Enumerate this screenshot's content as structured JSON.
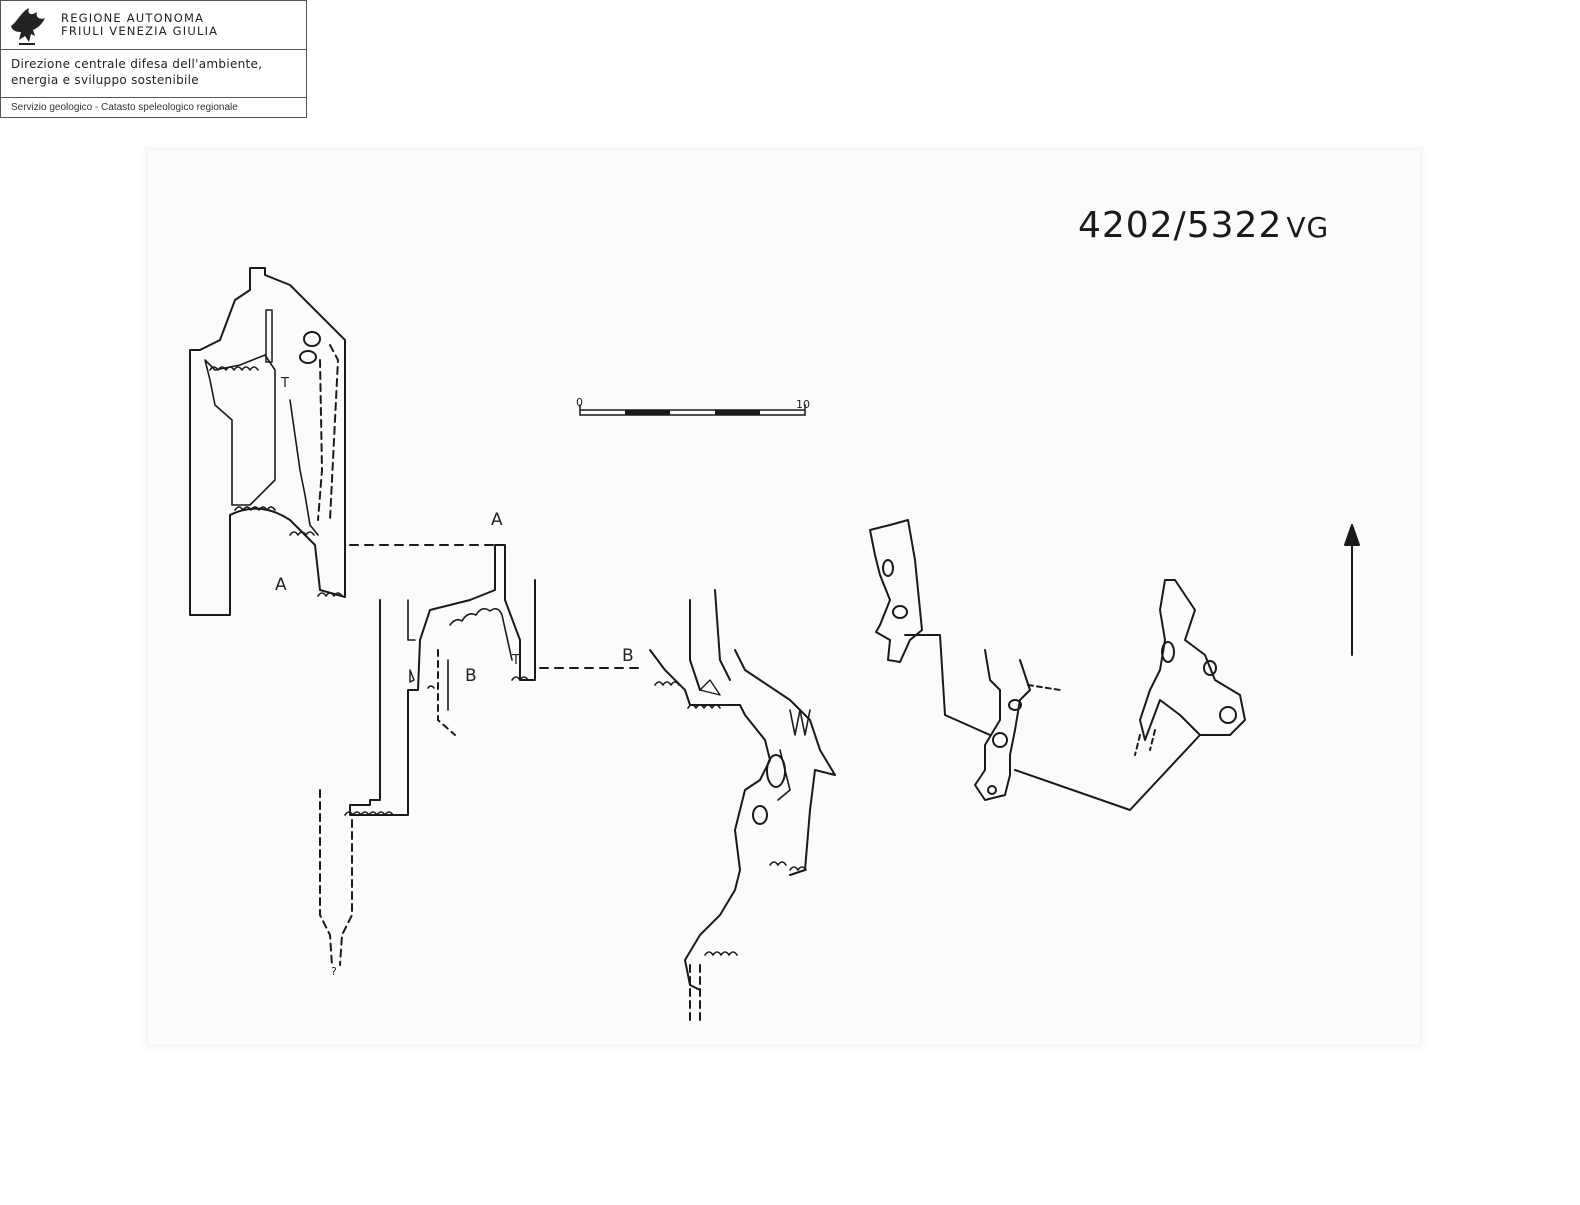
{
  "header": {
    "region_line1": "REGIONE AUTONOMA",
    "region_line2": "FRIULI VENEZIA GIULIA",
    "directorate_line1": "Direzione centrale difesa dell'ambiente,",
    "directorate_line2": "energia e sviluppo sostenibile",
    "service": "Servizio geologico - Catasto speleologico regionale"
  },
  "survey": {
    "cave_code": "4202/5322",
    "cave_suffix": "VG",
    "section_labels": [
      "A",
      "A",
      "B",
      "B"
    ],
    "scale_start": "0",
    "scale_end": "10",
    "shaft_mark": "?",
    "ceiling_marks": [
      "T",
      "T"
    ]
  },
  "colors": {
    "ink": "#1a1a1a",
    "frame": "#555555",
    "paper": "#fbfbfa"
  }
}
